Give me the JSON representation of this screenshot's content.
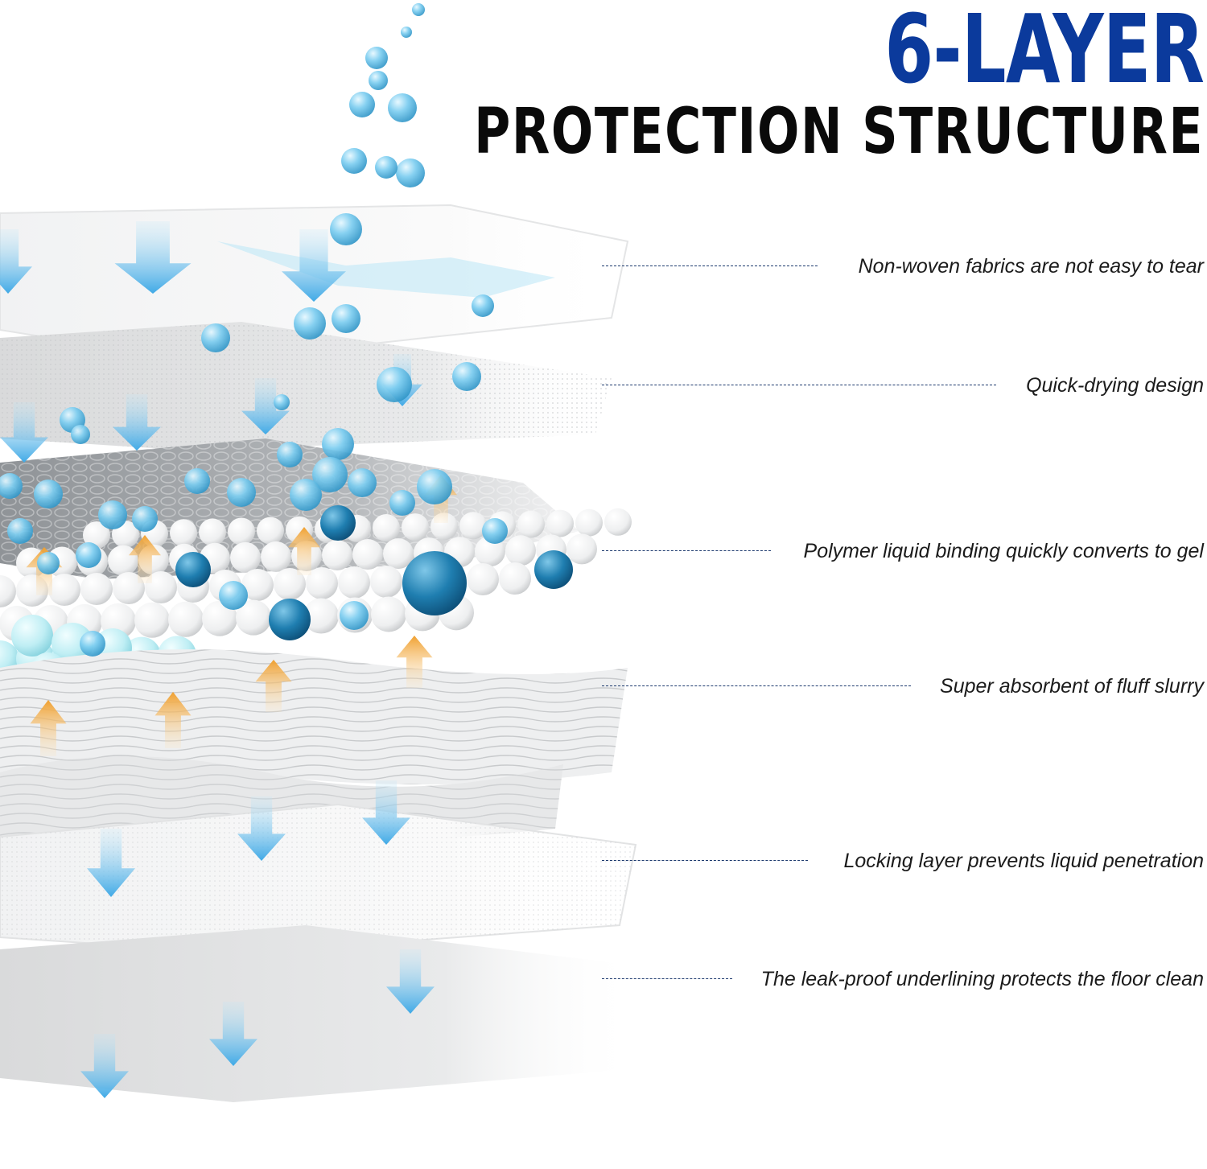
{
  "title": {
    "line1": "6-LAYER",
    "line2": "PROTECTION STRUCTURE",
    "line1_color": "#0b3a9c",
    "line2_color": "#0a0a0a"
  },
  "layers": [
    {
      "label": "Non-woven fabrics are not easy to tear"
    },
    {
      "label": "Quick-drying design"
    },
    {
      "label": "Polymer liquid binding quickly converts to gel"
    },
    {
      "label": "Super absorbent of fluff slurry"
    },
    {
      "label": "Locking layer prevents liquid penetration"
    },
    {
      "label": "The leak-proof underlining protects the floor clean"
    }
  ],
  "colors": {
    "water_blue": "#5ab8e6",
    "gel_dark_blue": "#1f78a8",
    "bead_light_cyan": "#c4eef3",
    "arrow_blue": "#4fb3ea",
    "arrow_orange": "#f2a93b",
    "leader_line": "#1d3a6e"
  }
}
